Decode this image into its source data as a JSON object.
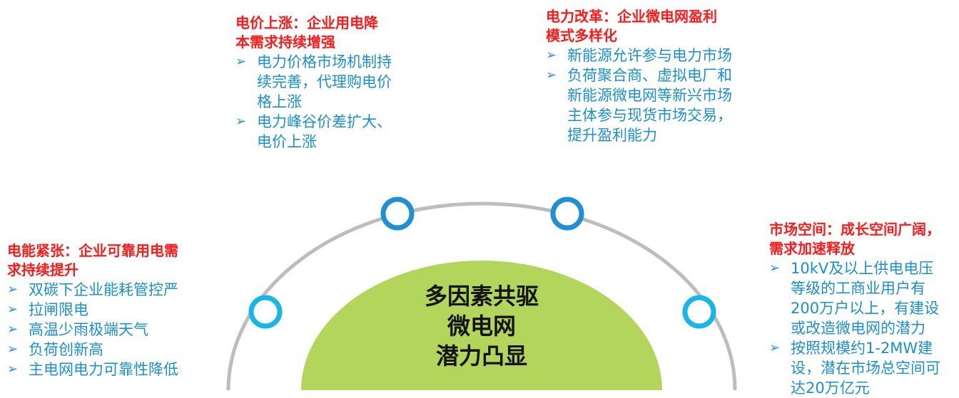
{
  "diagram": {
    "center": {
      "lines": [
        "多因素共驱",
        "微电网",
        "潜力凸显"
      ]
    },
    "blocks": [
      {
        "id": "left",
        "title_lines": [
          "电能紧张：企业可靠用电需",
          "求持续提升"
        ],
        "items": [
          {
            "lines": [
              "双碳下企业能耗管控严"
            ]
          },
          {
            "lines": [
              "拉闸限电"
            ]
          },
          {
            "lines": [
              "高温少雨极端天气"
            ]
          },
          {
            "lines": [
              "负荷创新高"
            ]
          },
          {
            "lines": [
              "主电网电力可靠性降低"
            ]
          }
        ]
      },
      {
        "id": "top-left",
        "title_lines": [
          "电价上涨：企业用电降",
          "本需求持续增强"
        ],
        "items": [
          {
            "lines": [
              "电力价格市场机制持",
              "续完善，代理购电价",
              "格上涨"
            ]
          },
          {
            "lines": [
              "电力峰谷价差扩大、",
              "电价上涨"
            ]
          }
        ]
      },
      {
        "id": "top-right",
        "title_lines": [
          "电力改革：企业微电网盈利",
          "模式多样化"
        ],
        "items": [
          {
            "lines": [
              "新能源允许参与电力市场"
            ]
          },
          {
            "lines": [
              "负荷聚合商、虚拟电厂和",
              "新能源微电网等新兴市场",
              "主体参与现货市场交易，",
              "提升盈利能力"
            ]
          }
        ]
      },
      {
        "id": "right",
        "title_lines": [
          "市场空间：成长空间广阔，",
          "需求加速释放"
        ],
        "items": [
          {
            "lines": [
              "10kV及以上供电电压",
              "等级的工商业用户有",
              "200万户以上，有建设",
              "或改造微电网的潜力"
            ]
          },
          {
            "lines": [
              "按照规模约1-2MW建",
              "设，潜在市场总空间可",
              "达20万亿元"
            ]
          }
        ]
      }
    ]
  },
  "colors": {
    "title": "#ff1a1a",
    "bullet_text": "#1b8fcf",
    "arrow": "#2a8fd8",
    "arc": "#bdbdbd",
    "center_disk": "#b3d55b",
    "node_outer_blue": "#1f8fd6",
    "node_outer_cyan": "#16b6e6",
    "center_text": "#141414"
  },
  "icons": {
    "bullet": "chevron-arrow-icon",
    "node": "ring-node-icon"
  }
}
